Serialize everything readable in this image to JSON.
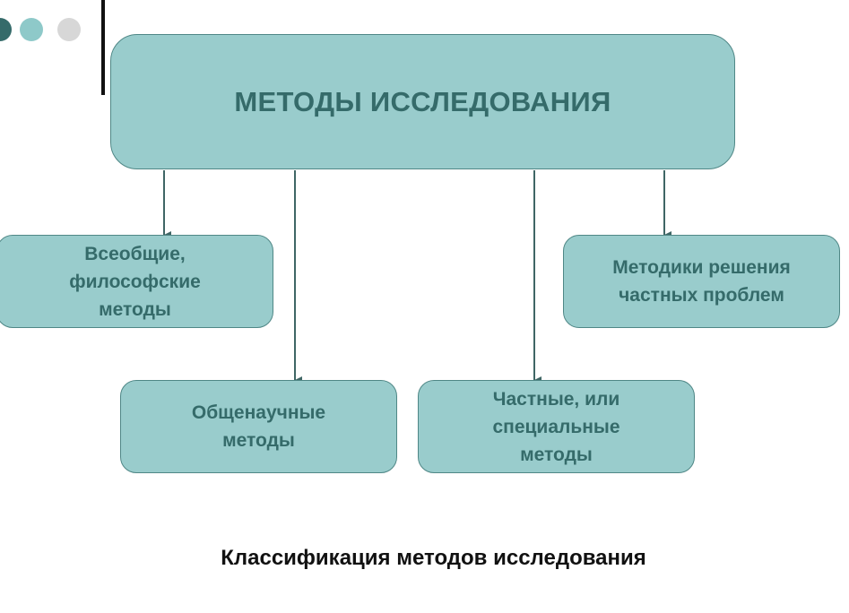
{
  "colors": {
    "box_fill": "#99cccc",
    "box_border": "#4f8786",
    "box_text": "#356b6a",
    "connector": "#3f6665",
    "dot_dark": "#356b6a",
    "dot_teal": "#8ec9c9",
    "dot_gray": "#d7d7d7",
    "caption_text": "#111111"
  },
  "diagram": {
    "root": "МЕТОДЫ ИССЛЕДОВАНИЯ",
    "children": [
      "Всеобщие,\nфилософские\nметоды",
      "Общенаучные\nметоды",
      "Частные, или\nспециальные\nметоды",
      "Методики решения\nчастных проблем"
    ]
  },
  "caption": "Классификация методов исследования"
}
